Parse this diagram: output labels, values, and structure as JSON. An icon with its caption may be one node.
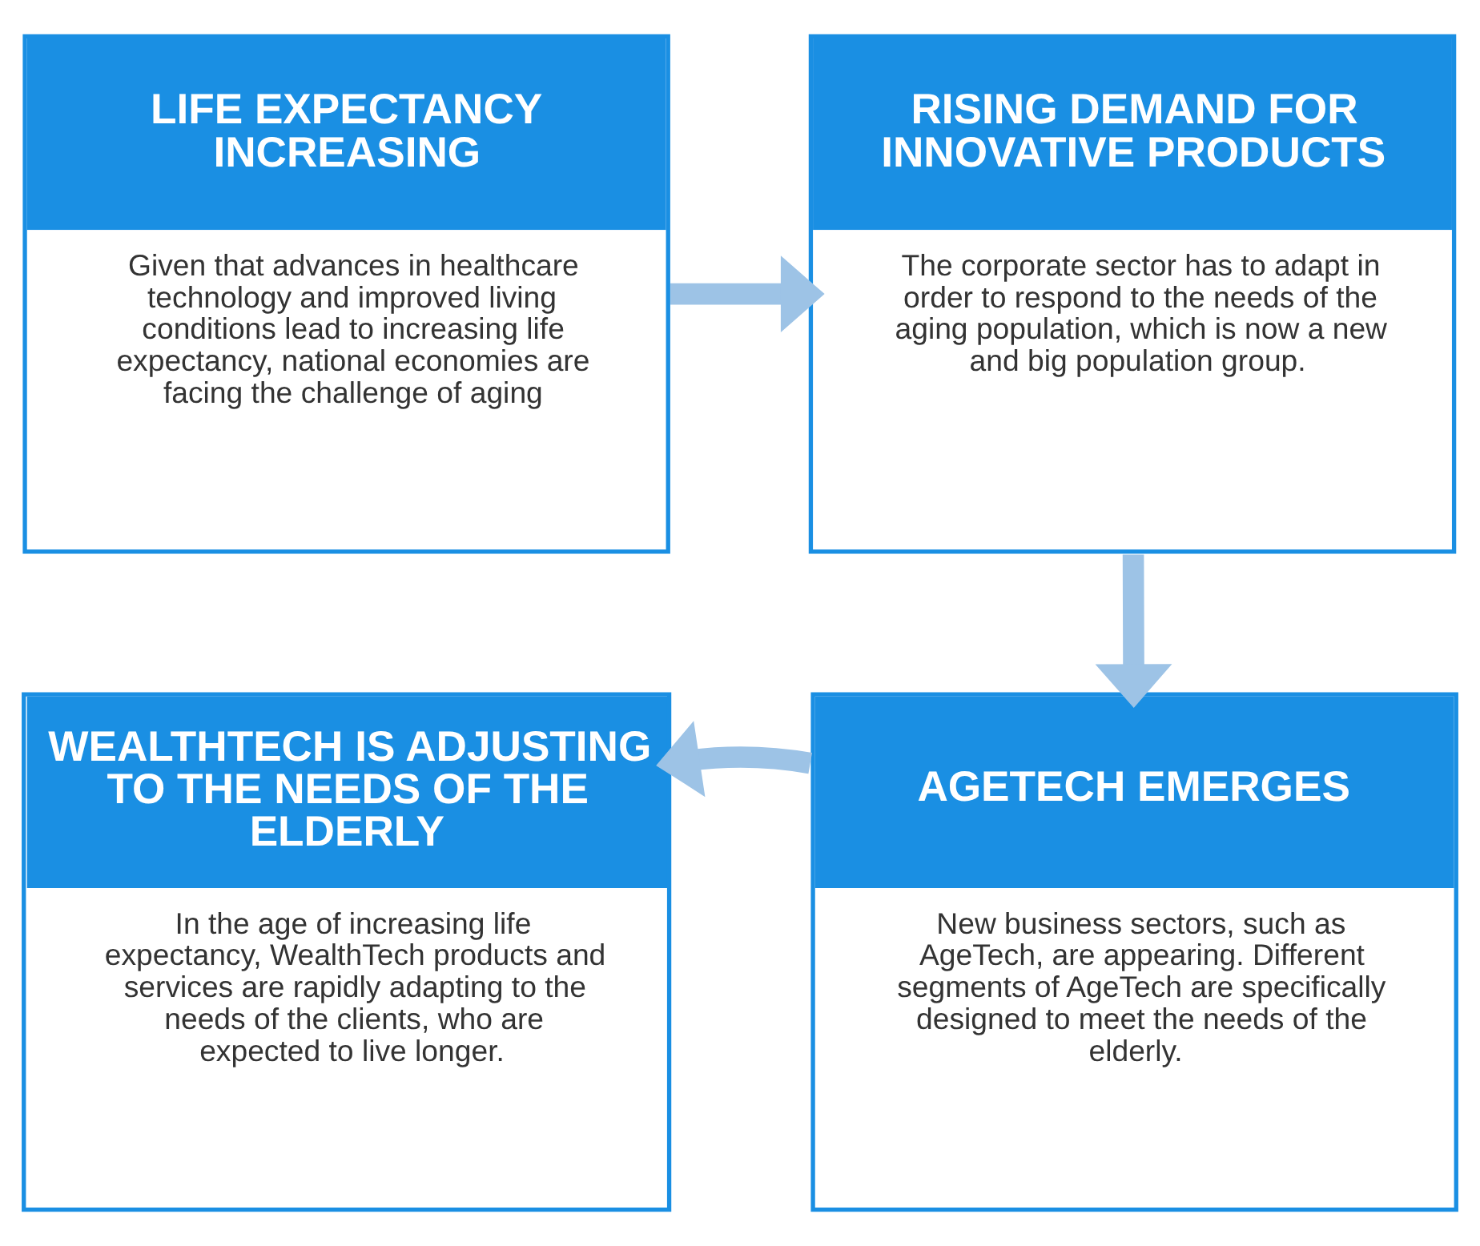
{
  "diagram": {
    "nodes": [
      {
        "text": [
          "LIFE EXPECTANCY INCREASING",
          "Given that advances in healthcare technology and improved living conditions lead to increasing life expectancy, national economies are facing the challenge of aging"
        ]
      },
      {
        "text": [
          "RISING DEMAND FOR INNOVATIVE PRODUCTS",
          "The corporate sector has to adapt in order to respond to the needs of the aging population, which is now a new and big population group."
        ]
      },
      {
        "text": [
          "WEALTHTECH IS ADJUSTING TO THE NEEDS OF THE ELDERLY",
          "In the age of increasing life expectancy, WealthTech products and services are rapidly adapting to the needs of the clients, who are expected to live longer."
        ]
      },
      {
        "text": [
          "AGETECH EMERGES",
          "New business sectors, such as AgeTech, are appearing. Different segments of AgeTech are specifically designed to meet the needs of the elderly."
        ]
      }
    ],
    "edges": [
      {
        "from": 0,
        "to": 1,
        "arrow": "to"
      },
      {
        "from": 1,
        "to": 3,
        "arrow": "to"
      },
      {
        "from": 3,
        "to": 2,
        "arrow": "to"
      }
    ]
  }
}
